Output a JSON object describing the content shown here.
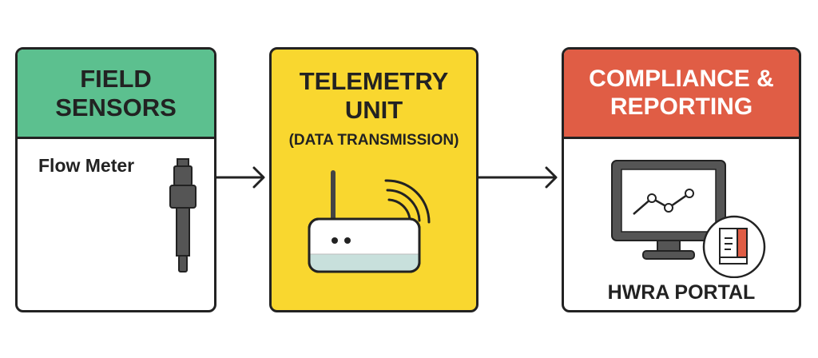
{
  "boxes": [
    {
      "id": "field-sensors",
      "title_line1": "FIELD",
      "title_line2": "SENSORS",
      "header_color": "#5cc08f",
      "item_label": "Flow Meter",
      "icon": "flow-meter-icon"
    },
    {
      "id": "telemetry-unit",
      "title_line1": "TELEMETRY",
      "title_line2": "UNIT",
      "subtitle": "(DATA TRANSMISSION)",
      "background_color": "#f9d72f",
      "icon": "wireless-router-icon"
    },
    {
      "id": "compliance-reporting",
      "title_line1": "COMPLIANCE &",
      "title_line2": "REPORTING",
      "header_color": "#e05d45",
      "item_label": "HWRA PORTAL",
      "icon": "monitor-chart-icon",
      "badge_icon": "report-document-icon"
    }
  ],
  "connectors": [
    {
      "from": "field-sensors",
      "to": "telemetry-unit",
      "icon": "arrow-right-icon"
    },
    {
      "from": "telemetry-unit",
      "to": "compliance-reporting",
      "icon": "arrow-right-icon"
    }
  ]
}
